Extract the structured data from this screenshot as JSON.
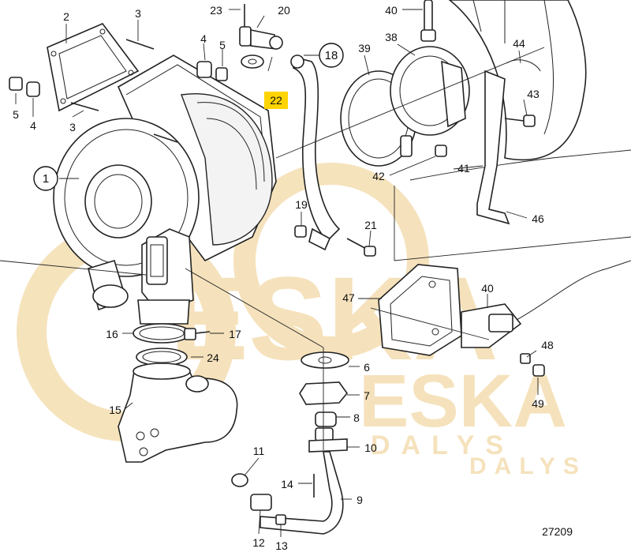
{
  "watermark": {
    "brand": "ESKA",
    "sub": "DALYS",
    "color": "#f2d9a6"
  },
  "highlight_color": "#ffd400",
  "drawing_number": "27209",
  "callouts": [
    {
      "id": "c2",
      "text": "2"
    },
    {
      "id": "c3a",
      "text": "3"
    },
    {
      "id": "c3b",
      "text": "3"
    },
    {
      "id": "c4a",
      "text": "4"
    },
    {
      "id": "c4b",
      "text": "4"
    },
    {
      "id": "c5a",
      "text": "5"
    },
    {
      "id": "c5b",
      "text": "5"
    },
    {
      "id": "c6",
      "text": "6"
    },
    {
      "id": "c7",
      "text": "7"
    },
    {
      "id": "c8",
      "text": "8"
    },
    {
      "id": "c9",
      "text": "9"
    },
    {
      "id": "c10",
      "text": "10"
    },
    {
      "id": "c11",
      "text": "11"
    },
    {
      "id": "c12",
      "text": "12"
    },
    {
      "id": "c13",
      "text": "13"
    },
    {
      "id": "c14",
      "text": "14"
    },
    {
      "id": "c15",
      "text": "15"
    },
    {
      "id": "c16",
      "text": "16"
    },
    {
      "id": "c17",
      "text": "17"
    },
    {
      "id": "c19",
      "text": "19"
    },
    {
      "id": "c20",
      "text": "20"
    },
    {
      "id": "c21",
      "text": "21"
    },
    {
      "id": "c22",
      "text": "22",
      "highlight": true
    },
    {
      "id": "c23",
      "text": "23"
    },
    {
      "id": "c24",
      "text": "24"
    },
    {
      "id": "c38",
      "text": "38"
    },
    {
      "id": "c39",
      "text": "39"
    },
    {
      "id": "c40a",
      "text": "40"
    },
    {
      "id": "c40b",
      "text": "40"
    },
    {
      "id": "c41",
      "text": "41"
    },
    {
      "id": "c42",
      "text": "42"
    },
    {
      "id": "c43",
      "text": "43"
    },
    {
      "id": "c44",
      "text": "44"
    },
    {
      "id": "c46",
      "text": "46"
    },
    {
      "id": "c47",
      "text": "47"
    },
    {
      "id": "c48",
      "text": "48"
    },
    {
      "id": "c49",
      "text": "49"
    }
  ],
  "circled_callouts": [
    {
      "id": "c1",
      "text": "1"
    },
    {
      "id": "c18",
      "text": "18"
    }
  ]
}
